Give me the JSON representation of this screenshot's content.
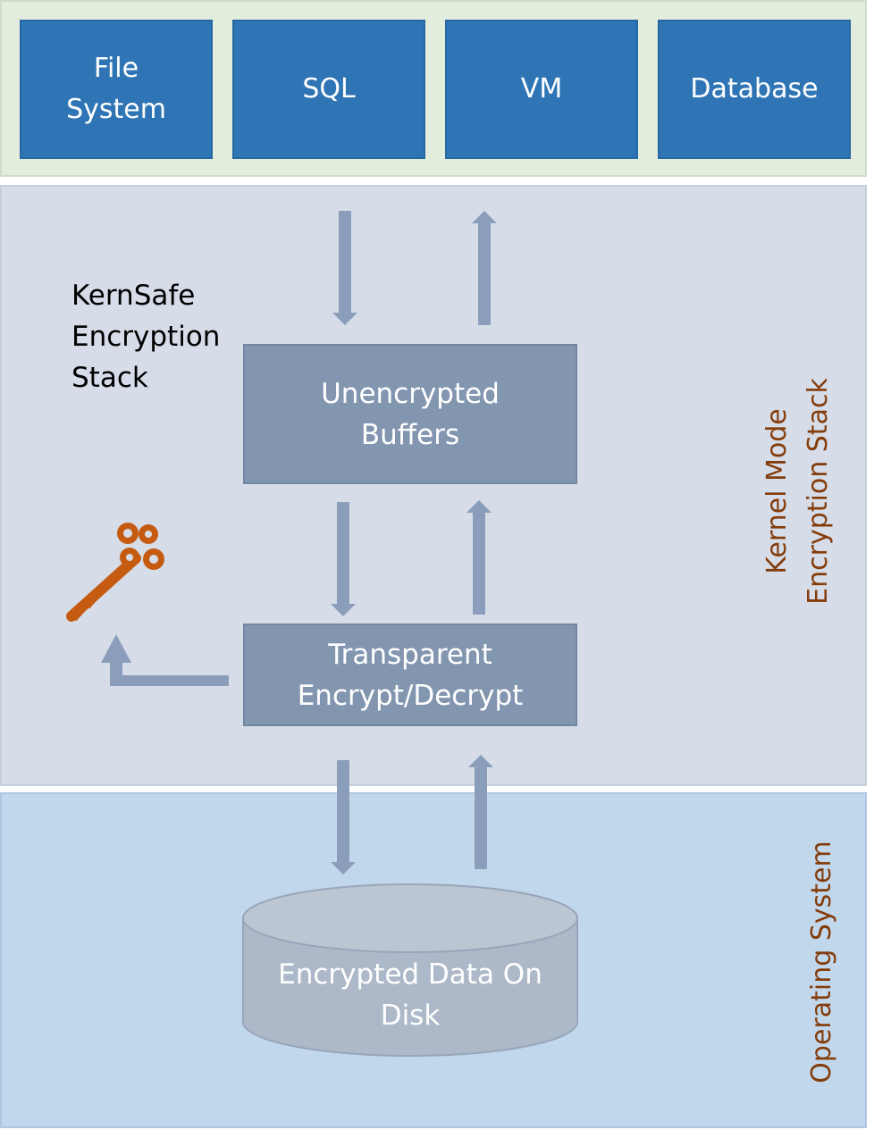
{
  "applications": [
    {
      "label": "File\nSystem"
    },
    {
      "label": "SQL"
    },
    {
      "label": "VM"
    },
    {
      "label": "Database"
    }
  ],
  "stack_label": "KernSafe\nEncryption\nStack",
  "buffers_label": "Unencrypted\nBuffers",
  "crypto_label": "Transparent\nEncrypt/Decrypt",
  "disk_label": "Encrypted Data On\nDisk",
  "kernel_layer_label": "Kernel Mode\nEncryption Stack",
  "os_layer_label": "Operating System",
  "icons": {
    "key": "key-icon"
  },
  "colors": {
    "app_blue": "#2f75b5",
    "process_box": "#8396b0",
    "arrow": "#8a9ebb",
    "key": "#c55a11",
    "layer_label": "#843c0b"
  }
}
